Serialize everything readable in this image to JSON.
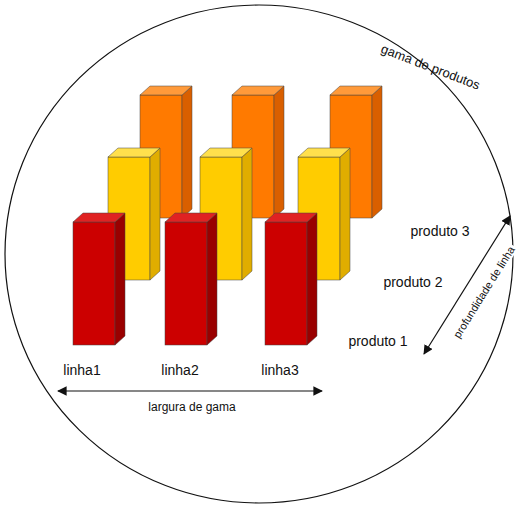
{
  "diagram": {
    "nodes": [
      {
        "text": [
          "gama de produtos"
        ]
      }
    ],
    "labels": [
      "linha1",
      "linha2",
      "linha3",
      "largura de gama",
      "produto 3",
      "produto 2",
      "produto 1",
      "profundidade de linha"
    ]
  }
}
